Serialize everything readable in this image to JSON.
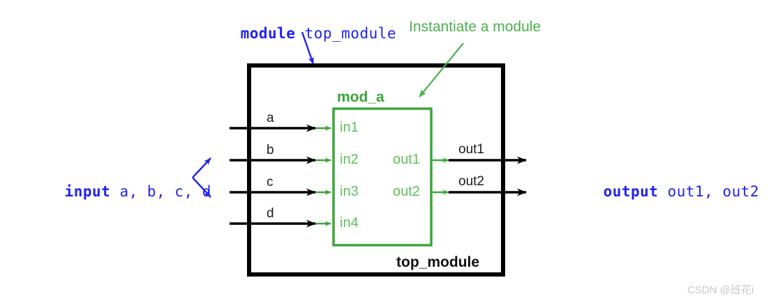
{
  "diagram": {
    "title_annotation": {
      "keyword": "module",
      "name": " top_module"
    },
    "input_annotation": {
      "keyword": "input",
      "name": " a, b, c, d"
    },
    "output_annotation": {
      "keyword": "output",
      "name": " out1, out2"
    },
    "instantiate_note": "Instantiate a module",
    "outer_block": {
      "label": "top_module",
      "border_color": "#000000"
    },
    "inner_block": {
      "name": "mod_a",
      "border_color": "#3aa63a",
      "inputs": [
        "in1",
        "in2",
        "in3",
        "in4"
      ],
      "outputs": [
        "out1",
        "out2"
      ]
    },
    "top_inputs": [
      "a",
      "b",
      "c",
      "d"
    ],
    "top_outputs": [
      "out1",
      "out2"
    ],
    "colors": {
      "blue": "#2222ee",
      "green": "#4CAF50",
      "port_green": "#5cc05c",
      "black": "#000000"
    }
  },
  "watermark": "CSDN @班花i"
}
